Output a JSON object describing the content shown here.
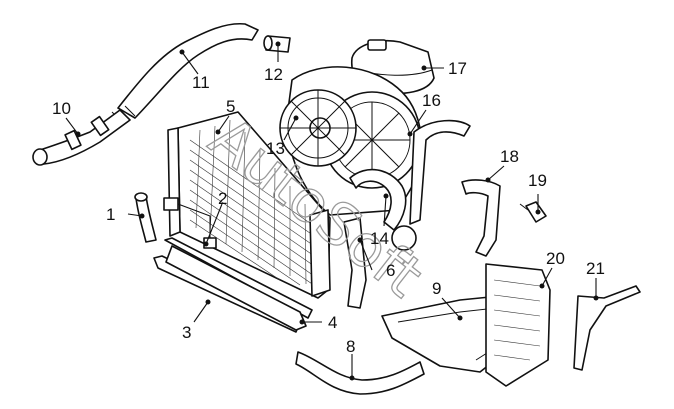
{
  "callouts": [
    {
      "id": "1",
      "label": "1"
    },
    {
      "id": "2",
      "label": "2"
    },
    {
      "id": "3",
      "label": "3"
    },
    {
      "id": "4",
      "label": "4"
    },
    {
      "id": "5",
      "label": "5"
    },
    {
      "id": "6",
      "label": "6"
    },
    {
      "id": "8",
      "label": "8"
    },
    {
      "id": "9",
      "label": "9"
    },
    {
      "id": "10",
      "label": "10"
    },
    {
      "id": "11",
      "label": "11"
    },
    {
      "id": "12",
      "label": "12"
    },
    {
      "id": "13",
      "label": "13"
    },
    {
      "id": "14",
      "label": "14"
    },
    {
      "id": "16",
      "label": "16"
    },
    {
      "id": "17",
      "label": "17"
    },
    {
      "id": "18",
      "label": "18"
    },
    {
      "id": "19",
      "label": "19"
    },
    {
      "id": "20",
      "label": "20"
    },
    {
      "id": "21",
      "label": "21"
    }
  ],
  "watermark": "AutoSoft",
  "colors": {
    "line": "#111111",
    "background": "#ffffff",
    "watermark": "#9a9a9a"
  }
}
